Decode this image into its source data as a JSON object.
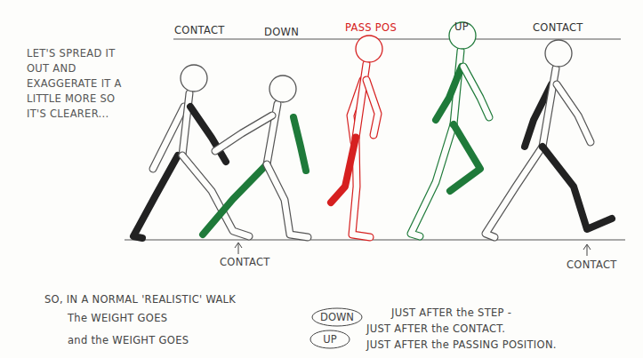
{
  "diagram": {
    "nodes": [
      {
        "text": [
          "DOWN"
        ]
      },
      {
        "text": [
          "UP"
        ]
      }
    ],
    "labels": [
      "CONTACT",
      "DOWN",
      "PASS POS",
      "UP",
      "CONTACT",
      "LET'S SPREAD IT OUT AND EXAGGERATE IT A LITTLE MORE SO IT'S CLEARER...",
      "CONTACT",
      "CONTACT",
      "SO, IN A NORMAL 'REALISTIC' WALK",
      "The WEIGHT GOES",
      "JUST AFTER the STEP -",
      "JUST AFTER the CONTACT.",
      "and the WEIGHT GOES",
      "JUST AFTER the PASSING POSITION."
    ]
  }
}
